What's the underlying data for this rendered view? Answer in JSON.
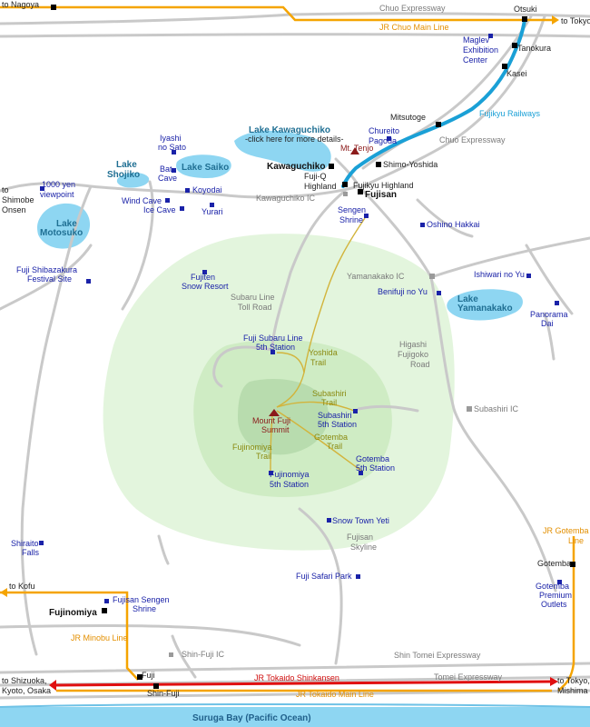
{
  "labels": {
    "to_nagoya": "to Nagoya",
    "chuo_expressway_top": "Chuo Expressway",
    "otsuki": "Otsuki",
    "jr_chuo_main_line": "JR Chuo Main Line",
    "to_tokyo_top": "to Tokyo",
    "tanokura": "Tanokura",
    "maglev_1": "Maglev",
    "maglev_2": "Exhibition",
    "maglev_3": "Center",
    "kasei": "Kasei",
    "fujikyu_railways": "Fujikyu Railways",
    "mitsutoge": "Mitsutoge",
    "chureito_1": "Chureito",
    "chureito_2": "Pagoda",
    "chuo_expressway_mid": "Chuo Expressway",
    "lake_kawaguchiko": "Lake Kawaguchiko",
    "lake_kawaguchiko_sub": "-click here for more details-",
    "mt_tenjo": "Mt. Tenjo",
    "shimo_yoshida": "Shimo-Yoshida",
    "kawaguchiko": "Kawaguchiko",
    "fujiq_1": "Fuji-Q",
    "fujiq_2": "Highland",
    "fujikyu_highland": "Fujikyu Highland",
    "fujisan": "Fujisan",
    "kawaguchiko_ic": "Kawaguchiko IC",
    "sengen_1": "Sengen",
    "sengen_2": "Shrine",
    "oshino_hakkai": "Oshino Hakkai",
    "iyashi_1": "Iyashi",
    "iyashi_2": "no Sato",
    "bat_1": "Bat",
    "bat_2": "Cave",
    "lake_saiko": "Lake Saiko",
    "koyodai": "Koyodai",
    "lake_shojiko_1": "Lake",
    "lake_shojiko_2": "Shojiko",
    "to_shimobe_1": "to",
    "to_shimobe_2": "Shimobe",
    "to_shimobe_3": "Onsen",
    "yen1000_1": "1000 yen",
    "yen1000_2": "viewpoint",
    "wind_cave": "Wind Cave",
    "ice_cave": "Ice Cave",
    "yurari": "Yurari",
    "lake_motosuko_1": "Lake",
    "lake_motosuko_2": "Motosuko",
    "shibazakura_1": "Fuji Shibazakura",
    "shibazakura_2": "Festival Site",
    "fujiten_1": "Fujiten",
    "fujiten_2": "Snow Resort",
    "subaru_toll_1": "Subaru Line",
    "subaru_toll_2": "Toll Road",
    "yamanakako_ic": "Yamanakako IC",
    "ishiwari": "Ishiwari no Yu",
    "benifuji": "Benifuji no Yu",
    "lake_yamanakako_1": "Lake",
    "lake_yamanakako_2": "Yamanakako",
    "panorama_1": "Panorama",
    "panorama_2": "Dai",
    "subaru5_1": "Fuji Subaru Line",
    "subaru5_2": "5th Station",
    "yoshida_1": "Yoshida",
    "yoshida_2": "Trail",
    "higashi_1": "Higashi",
    "higashi_2": "Fujigoko",
    "higashi_3": "Road",
    "subashiri_trail_1": "Subashiri",
    "subashiri_trail_2": "Trail",
    "subashiri5_1": "Subashiri",
    "subashiri5_2": "5th Station",
    "subashiri_ic": "Subashiri IC",
    "summit_1": "Mount Fuji",
    "summit_2": "Summit",
    "gotemba_trail_1": "Gotemba",
    "gotemba_trail_2": "Trail",
    "fujinomiya_trail_1": "Fujinomiya",
    "fujinomiya_trail_2": "Trail",
    "gotemba5_1": "Gotemba",
    "gotemba5_2": "5th Station",
    "fujinomiya5_1": "Fujinomiya",
    "fujinomiya5_2": "5th Station",
    "snow_town": "Snow Town Yeti",
    "shiraito_1": "Shiraito",
    "shiraito_2": "Falls",
    "skyline_1": "Fujisan",
    "skyline_2": "Skyline",
    "jr_gotemba_1": "JR Gotemba",
    "jr_gotemba_2": "Line",
    "safari": "Fuji Safari Park",
    "gotemba": "Gotemba",
    "to_kofu": "to Kofu",
    "gp_outlets_1": "Gotemba",
    "gp_outlets_2": "Premium",
    "gp_outlets_3": "Outlets",
    "sengen_fujisan_1": "Fujisan Sengen",
    "sengen_fujisan_2": "Shrine",
    "fujinomiya": "Fujinomiya",
    "jr_minobu": "JR Minobu Line",
    "shin_fuji_ic": "Shin-Fuji IC",
    "shin_tomei": "Shin Tomei Expressway",
    "tomei": "Tomei Expressway",
    "fuji": "Fuji",
    "shin_fuji": "Shin-Fuji",
    "jr_shinkansen": "JR Tokaido Shinkansen",
    "jr_tokaido_main": "JR Tokaido Main Line",
    "to_shizuoka_1": "to Shizuoka,",
    "to_shizuoka_2": "Kyoto, Osaka",
    "to_tokyo_bottom_1": "to Tokyo,",
    "to_tokyo_bottom_2": "Mishima",
    "suruga_bay": "Suruga Bay (Pacific Ocean)"
  },
  "colors": {
    "road_gray": "#c9c9c9",
    "mountain_outer": "#e3f5dd",
    "mountain_mid": "#cfecc4",
    "mountain_inner": "#b8dcae",
    "lake": "#8ed6f2",
    "jr_orange": "#f5a400",
    "shinkansen_red": "#e01010",
    "fujikyu_blue": "#1aa0d6",
    "trail_gold": "#d2b43c",
    "poi_blue": "#1a22a8"
  }
}
